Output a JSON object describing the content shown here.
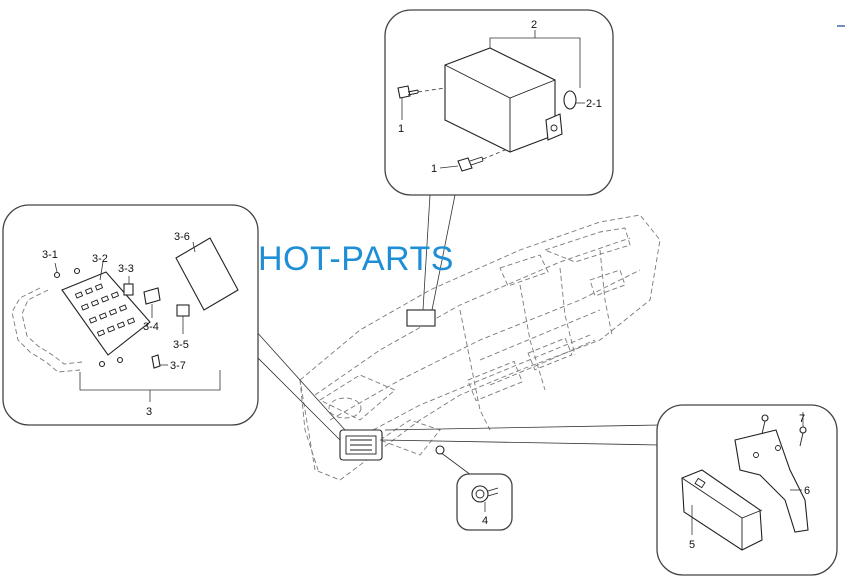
{
  "watermark": "HOT-PARTS",
  "labels": {
    "p1_top": "1",
    "p1_bottom": "1",
    "p2": "2",
    "p2_1": "2-1",
    "p3": "3",
    "p3_1": "3-1",
    "p3_2": "3-2",
    "p3_3": "3-3",
    "p3_4": "3-4",
    "p3_5": "3-5",
    "p3_6": "3-6",
    "p3_7": "3-7",
    "p4": "4",
    "p5": "5",
    "p6": "6",
    "p7": "7"
  },
  "colors": {
    "watermark": "#1e8fd6",
    "line": "#222222",
    "dashed": "#7a7a7a"
  }
}
